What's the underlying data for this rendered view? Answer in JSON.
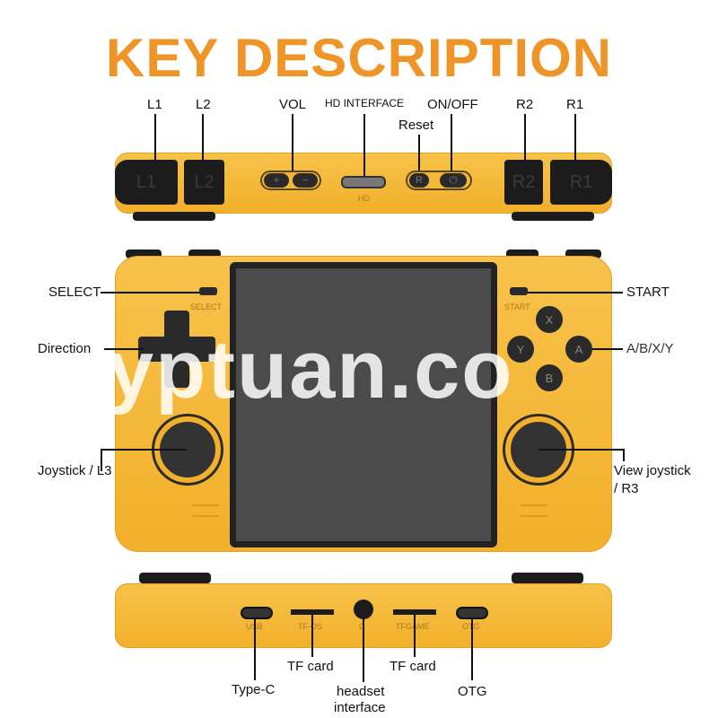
{
  "title": "KEY DESCRIPTION",
  "watermark": "yptuan.co",
  "colors": {
    "title": "#ef9427",
    "device": "#f4b733",
    "screen": "#4a4a4a"
  },
  "top_labels": {
    "l1": "L1",
    "l2": "L2",
    "vol": "VOL",
    "hd": "HD INTERFACE",
    "onoff": "ON/OFF",
    "reset": "Reset",
    "r2": "R2",
    "r1": "R1"
  },
  "top_device": {
    "l1": "L1",
    "l2": "L2",
    "plus": "+",
    "minus": "−",
    "hd": "HD",
    "reset": "R",
    "power": "⏻",
    "r2": "R2",
    "r1": "R1"
  },
  "front_labels": {
    "select": "SELECT",
    "direction": "Direction",
    "joystick_l": "Joystick / L3",
    "start": "START",
    "abxy": "A/B/X/Y",
    "joystick_r1": "View joystick",
    "joystick_r2": "/ R3"
  },
  "front_device": {
    "select": "SELECT",
    "start": "START",
    "x": "X",
    "a": "A",
    "y": "Y",
    "b": "B"
  },
  "bottom_device": {
    "usb": "USB",
    "tfos": "TF-OS",
    "audio": "Ω",
    "tfgame": "TFGAME",
    "otg": "OTG"
  },
  "bottom_labels": {
    "typec": "Type-C",
    "tf1": "TF card",
    "headset1": "headset",
    "headset2": "interface",
    "tf2": "TF card",
    "otg": "OTG"
  }
}
